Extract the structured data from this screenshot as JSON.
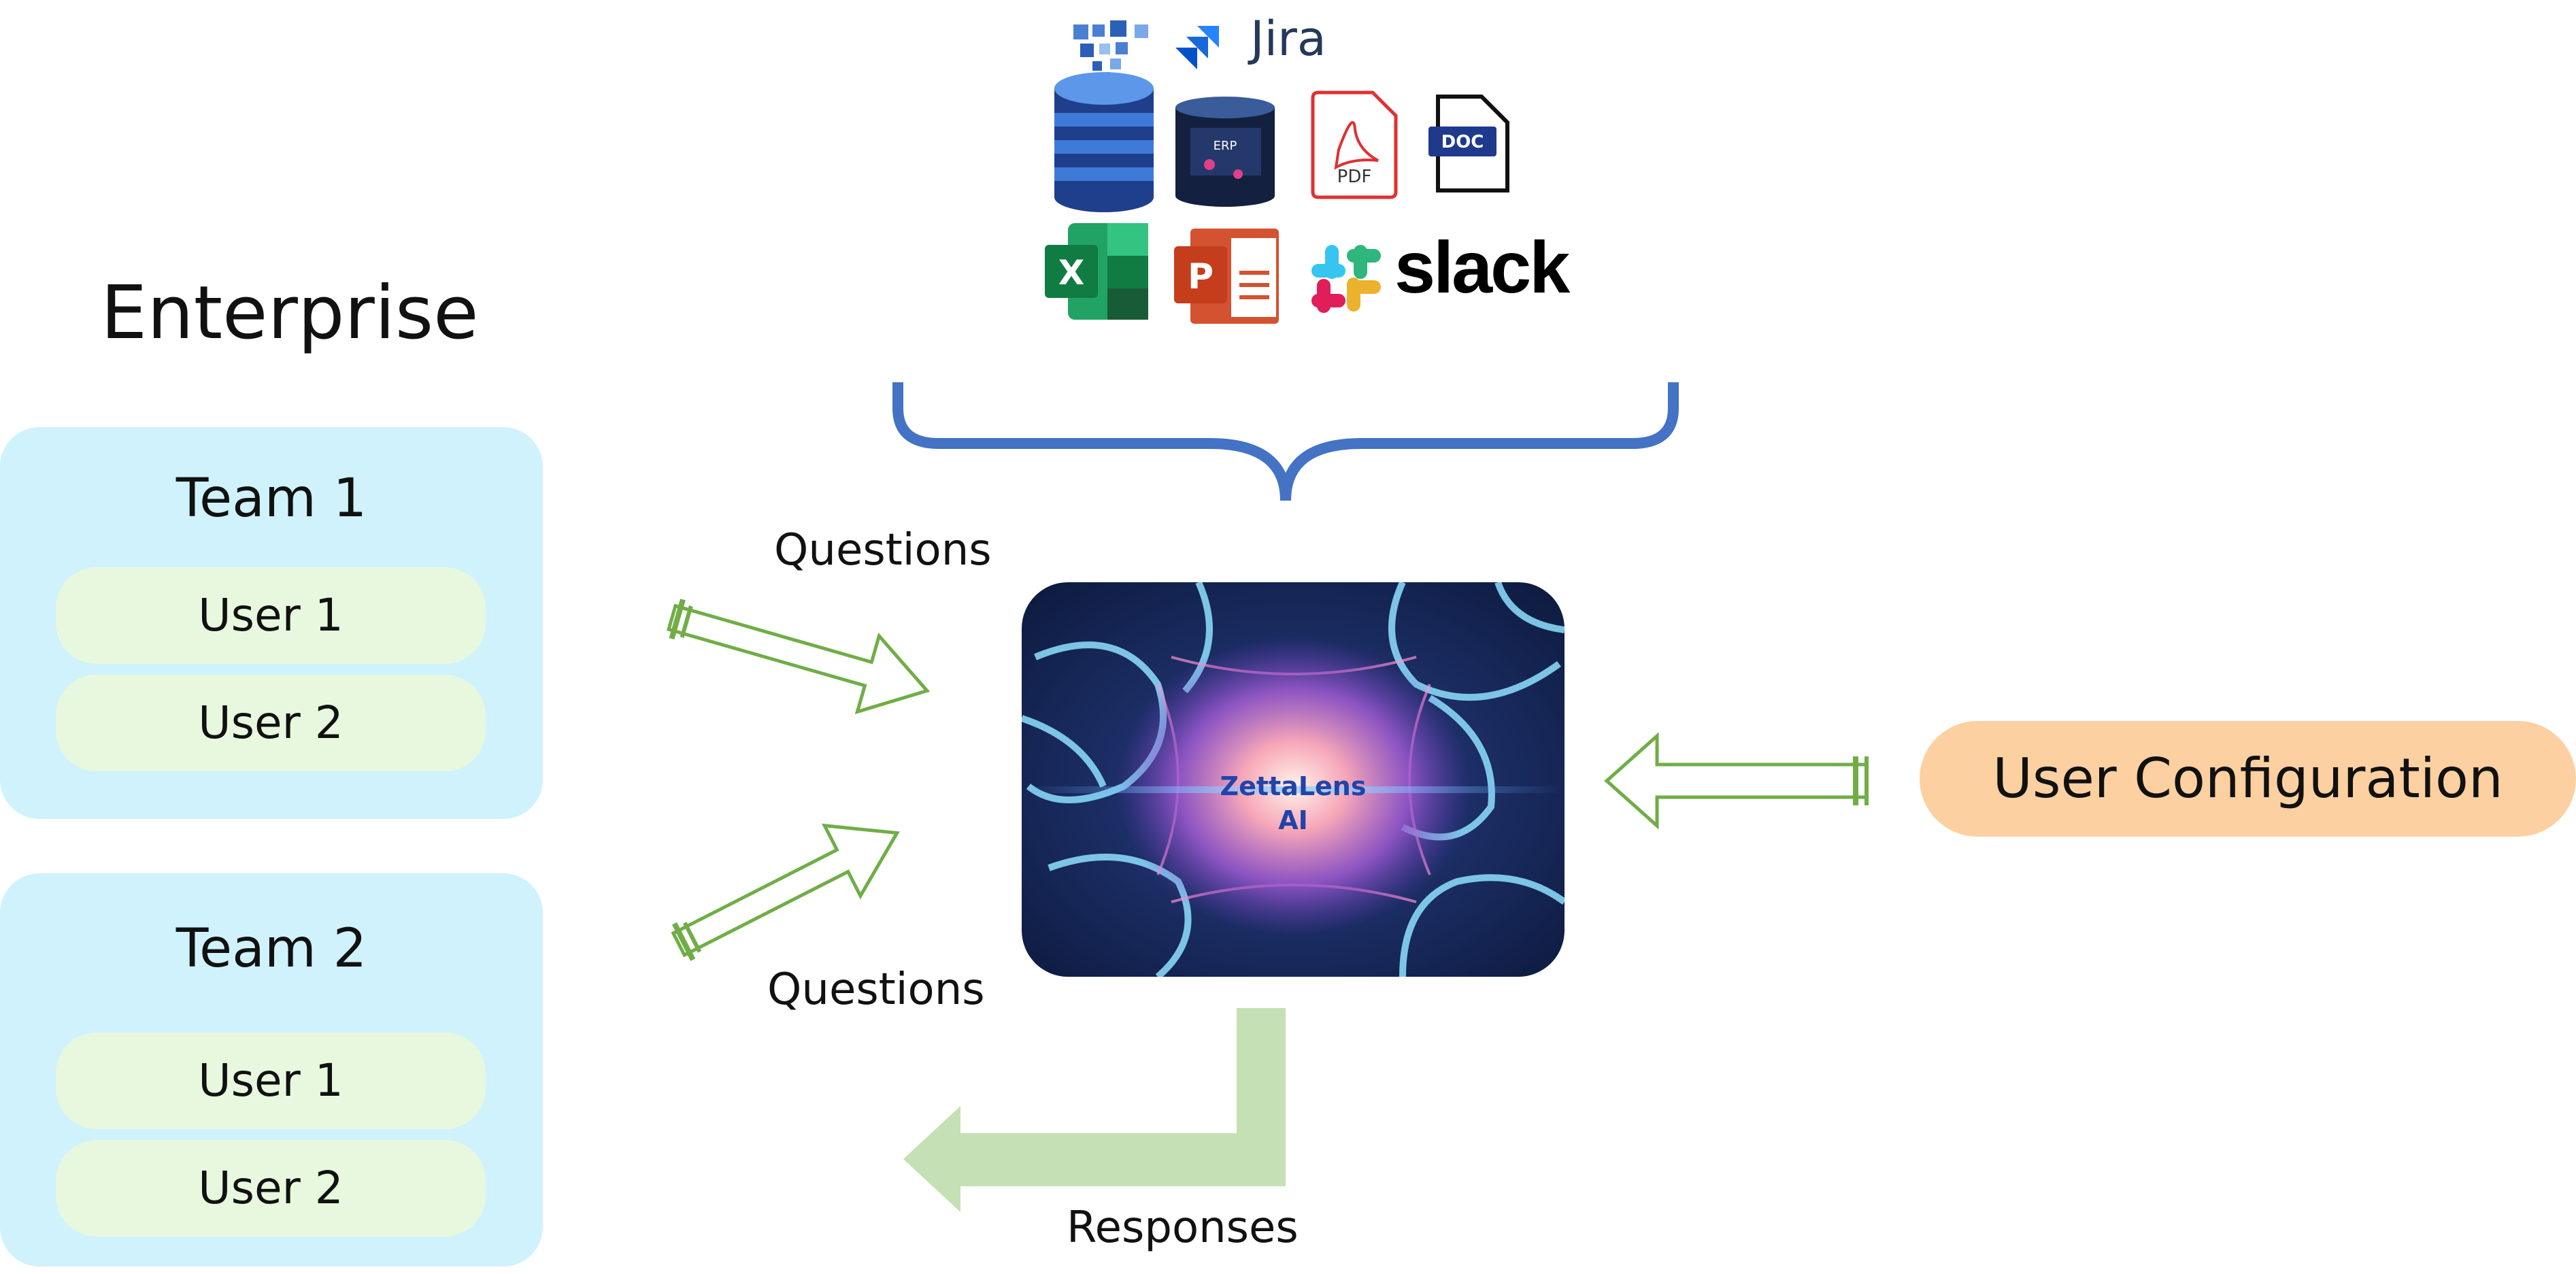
{
  "enterprise": {
    "title": "Enterprise"
  },
  "teams": [
    {
      "label": "Team 1",
      "users": [
        "User 1",
        "User 2"
      ]
    },
    {
      "label": "Team 2",
      "users": [
        "User 1",
        "User 2"
      ]
    }
  ],
  "flows": {
    "questions_1": "Questions",
    "questions_2": "Questions",
    "responses": "Responses"
  },
  "ai": {
    "line1": "ZettaLens",
    "line2": "AI"
  },
  "user_configuration": "User Configuration",
  "sources": {
    "jira": "Jira",
    "slack": "slack",
    "pdf": "PDF",
    "doc": "DOC",
    "erp": "ERP",
    "excel_letter": "X",
    "powerpoint_letter": "P",
    "items": [
      "data-cubes-icon",
      "database-icon",
      "erp-database-icon",
      "pdf-file-icon",
      "doc-file-icon",
      "excel-icon",
      "powerpoint-icon",
      "slack-logo-icon",
      "jira-logo-icon"
    ]
  },
  "colors": {
    "team_bg": "#cff2fc",
    "user_bg": "#e7f8df",
    "config_bg": "#fcd0a0",
    "brace": "#4472c4",
    "arrow_outline": "#70ad47",
    "response_arrow": "#c5e0b4"
  }
}
